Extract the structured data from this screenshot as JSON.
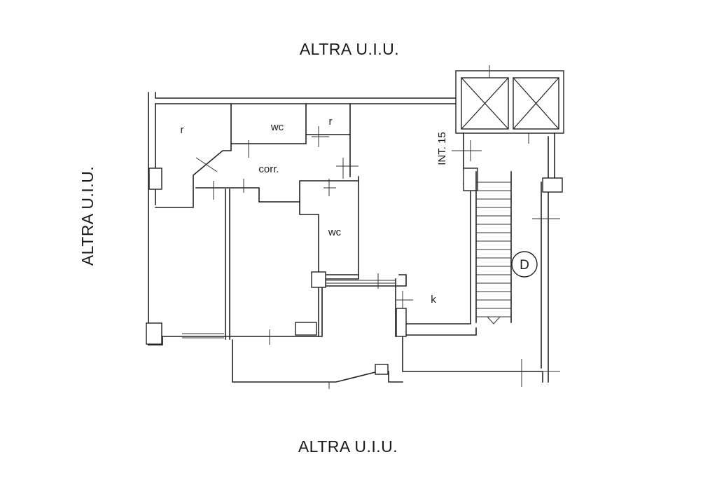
{
  "labels": {
    "top": "ALTRA U.I.U.",
    "bottom": "ALTRA U.I.U.",
    "left": "ALTRA U.I.U.",
    "int": "INT. 15",
    "room_r1": "r",
    "room_wc1": "wc",
    "room_r2": "r",
    "room_corr": "corr.",
    "room_wc2": "wc",
    "room_k": "k",
    "marker_d": "D"
  }
}
